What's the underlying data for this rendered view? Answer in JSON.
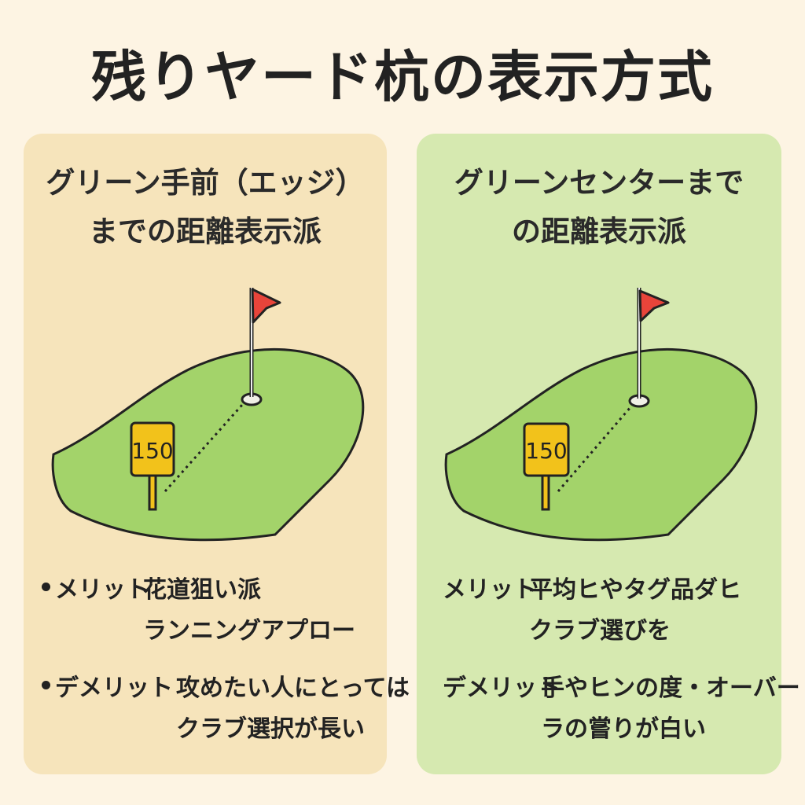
{
  "title": "残りヤード杭の表示方式",
  "panels": [
    {
      "heading_line1": "グリーン手前（エッジ）",
      "heading_line2": "までの距離表示派",
      "marker_label": "150",
      "merit_label": "メリット",
      "merit_text_line1": "花道狙い派",
      "merit_text_line2": "ランニングアプロー",
      "demerit_label": "デメリット",
      "demerit_text_line1": "攻めたい人にとっては",
      "demerit_text_line2": "クラブ選択が長い"
    },
    {
      "heading_line1": "グリーンセンターまで",
      "heading_line2": "の距離表示派",
      "marker_label": "150",
      "merit_label": "メリット",
      "merit_text_line1": "平均ヒやタグ品ダヒ",
      "merit_text_line2": "クラブ選びを",
      "demerit_label": "デメリット",
      "demerit_text_line1": "手やヒンの度・オーバー",
      "demerit_text_line2": "ラの嘗りが白い"
    }
  ],
  "colors": {
    "background": "#fdf4e3",
    "left_panel": "#f6e4bb",
    "right_panel": "#d6e9b0",
    "green": "#a3d36a",
    "flag": "#e8443a",
    "marker": "#f2c21b"
  },
  "icons": [
    "flag-icon",
    "yardage-marker-icon",
    "bullet-icon"
  ]
}
